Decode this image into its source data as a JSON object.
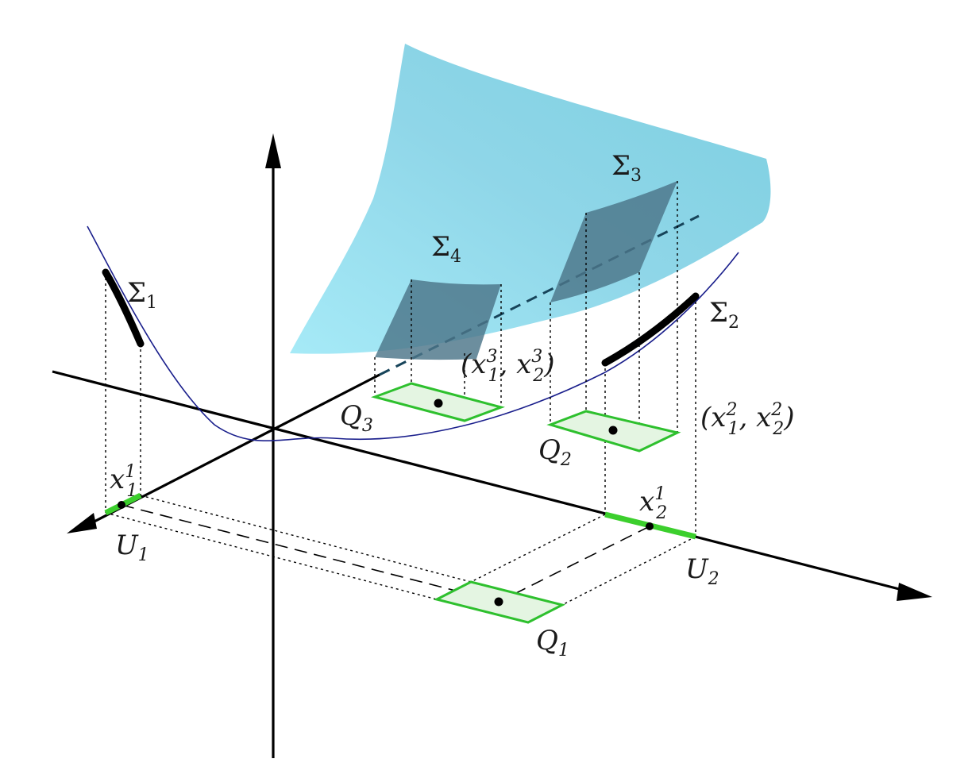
{
  "labels": {
    "sigma1": "Σ",
    "sigma1_sub": "1",
    "sigma2": "Σ",
    "sigma2_sub": "2",
    "sigma3": "Σ",
    "sigma3_sub": "3",
    "sigma4": "Σ",
    "sigma4_sub": "4",
    "q1": "Q",
    "q1_sub": "1",
    "q2": "Q",
    "q2_sub": "2",
    "q3": "Q",
    "q3_sub": "3",
    "u1": "U",
    "u1_sub": "1",
    "u2": "U",
    "u2_sub": "2",
    "x11": "x",
    "x11_sup": "1",
    "x11_sub": "1",
    "x21": "x",
    "x21_sup": "1",
    "x21_sub": "2",
    "point2": "(x",
    "point2_a_sup": "2",
    "point2_a_sub": "1",
    "point2_mid": ", x",
    "point2_b_sup": "2",
    "point2_b_sub": "2",
    "point2_end": ")",
    "point3": "(x",
    "point3_a_sup": "3",
    "point3_a_sub": "1",
    "point3_mid": ", x",
    "point3_b_sup": "3",
    "point3_b_sub": "2",
    "point3_end": ")"
  },
  "colors": {
    "surface": "#8fd6e6",
    "patch": "#4c7589",
    "region_fill": "#e4f5e2",
    "region_stroke": "#2ec02e",
    "curve": "#1a1f8c",
    "axis": "#000000"
  }
}
